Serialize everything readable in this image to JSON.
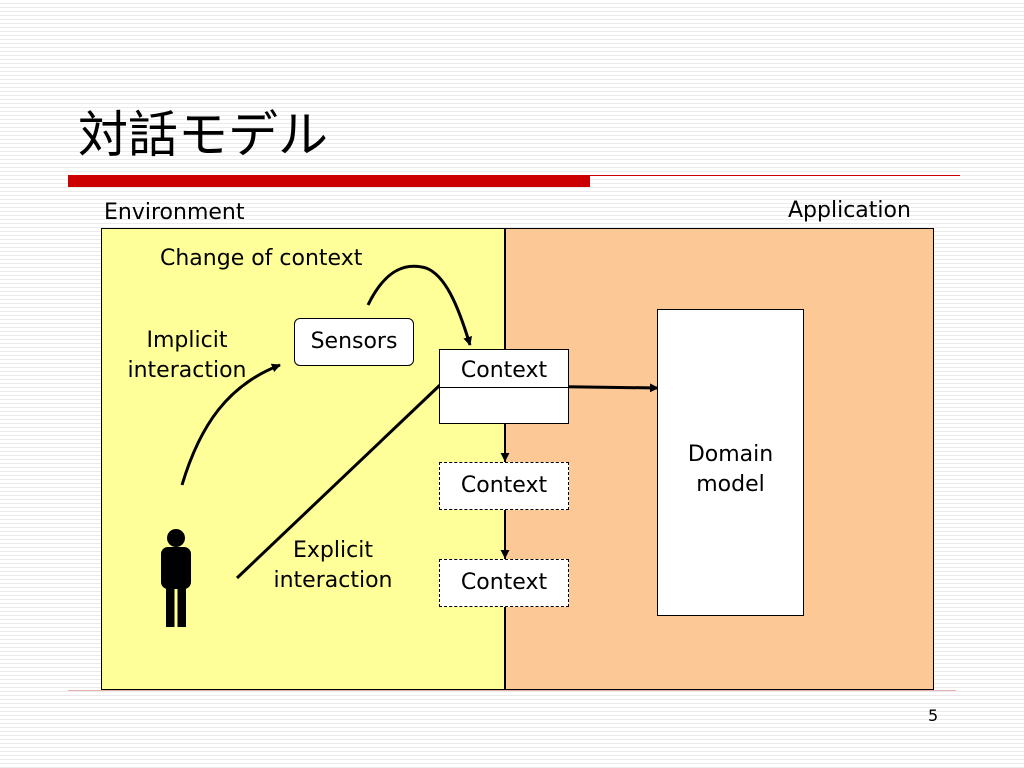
{
  "slide": {
    "title": "対話モデル",
    "page_number": "5"
  },
  "diagram": {
    "environment_label": "Environment",
    "application_label": "Application",
    "change_of_context_label": "Change of context",
    "implicit_interaction_label": "Implicit\ninteraction",
    "explicit_interaction_label": "Explicit\ninteraction",
    "sensors_label": "Sensors",
    "context_labels": [
      "Context",
      "Context",
      "Context"
    ],
    "domain_model_label": "Domain\nmodel",
    "icons": [
      "person-icon"
    ],
    "colors": {
      "environment": "#ffff99",
      "application": "#fcc896",
      "title_rule": "#cc0000"
    }
  }
}
